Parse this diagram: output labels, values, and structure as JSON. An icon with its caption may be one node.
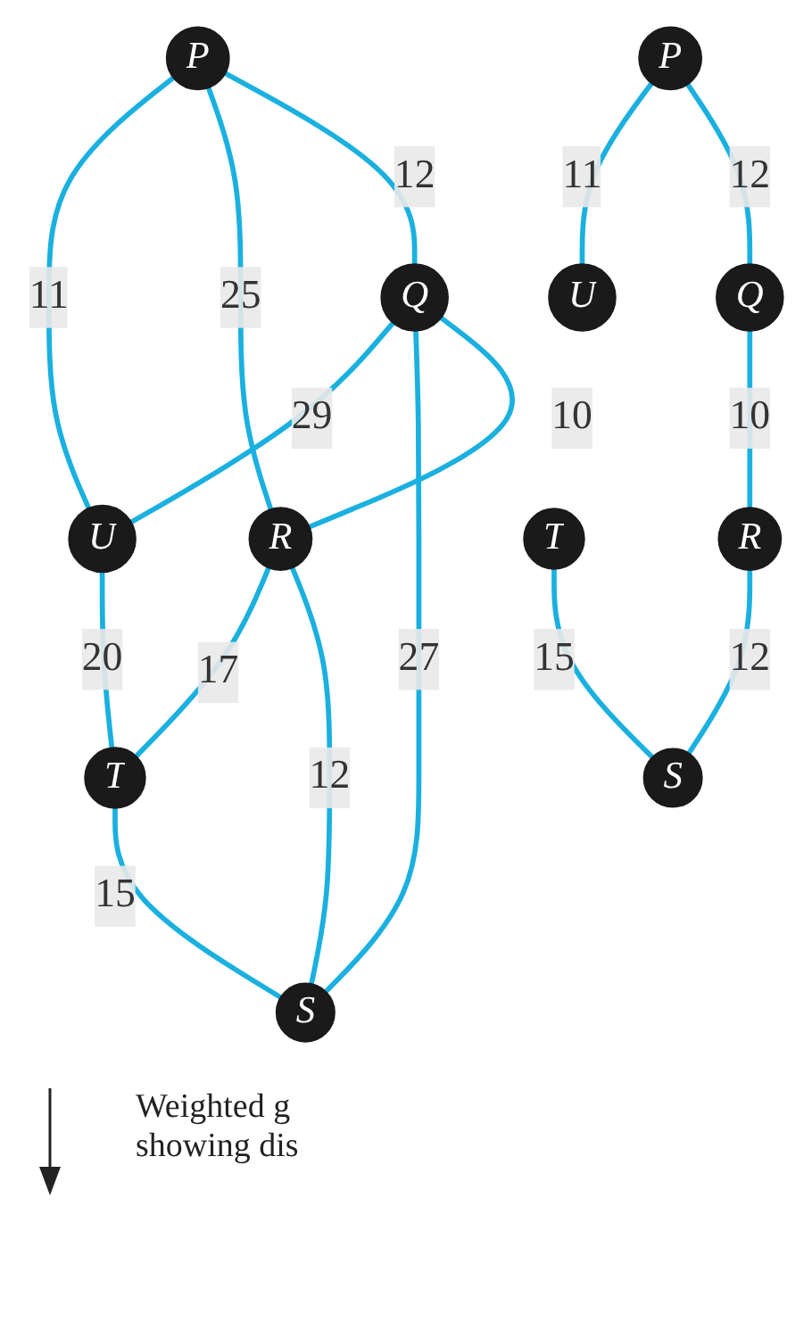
{
  "diagram": {
    "nodes": [
      {
        "text": [
          "Q"
        ]
      },
      {
        "text": [
          "R"
        ]
      },
      {
        "text": [
          "P"
        ]
      },
      {
        "text": [
          "S"
        ]
      },
      {
        "text": [
          "U"
        ]
      },
      {
        "text": [
          "T"
        ]
      },
      {
        "text": [
          "Q"
        ]
      },
      {
        "text": [
          "R"
        ]
      },
      {
        "text": [
          "P"
        ]
      },
      {
        "text": [
          "S"
        ]
      },
      {
        "text": [
          "U"
        ]
      },
      {
        "text": [
          "T"
        ]
      }
    ],
    "edges": [
      {
        "from": 2,
        "to": 0,
        "arrow": "none",
        "label": "12"
      },
      {
        "from": 0,
        "to": 1,
        "arrow": "none",
        "label": "10"
      },
      {
        "from": 2,
        "to": 1,
        "arrow": "none",
        "label": "25"
      },
      {
        "from": 0,
        "to": 3,
        "arrow": "none",
        "label": "27"
      },
      {
        "from": 0,
        "to": 4,
        "arrow": "none",
        "label": "29"
      },
      {
        "from": 2,
        "to": 4,
        "arrow": "none",
        "label": "11"
      },
      {
        "from": 1,
        "to": 3,
        "arrow": "none",
        "label": "12"
      },
      {
        "from": 1,
        "to": 5,
        "arrow": "none",
        "label": "17"
      },
      {
        "from": 4,
        "to": 5,
        "arrow": "none",
        "label": "20"
      },
      {
        "from": 5,
        "to": 3,
        "arrow": "none",
        "label": "15"
      },
      {
        "from": 8,
        "to": 6,
        "arrow": "none",
        "label": "12"
      },
      {
        "from": 6,
        "to": 7,
        "arrow": "none",
        "label": "10"
      },
      {
        "from": 8,
        "to": 10,
        "arrow": "none",
        "label": "11"
      },
      {
        "from": 7,
        "to": 9,
        "arrow": "none",
        "label": "12"
      },
      {
        "from": 11,
        "to": 9,
        "arrow": "none",
        "label": "15"
      }
    ],
    "labels": [
      "Weighted g showing dis"
    ]
  }
}
